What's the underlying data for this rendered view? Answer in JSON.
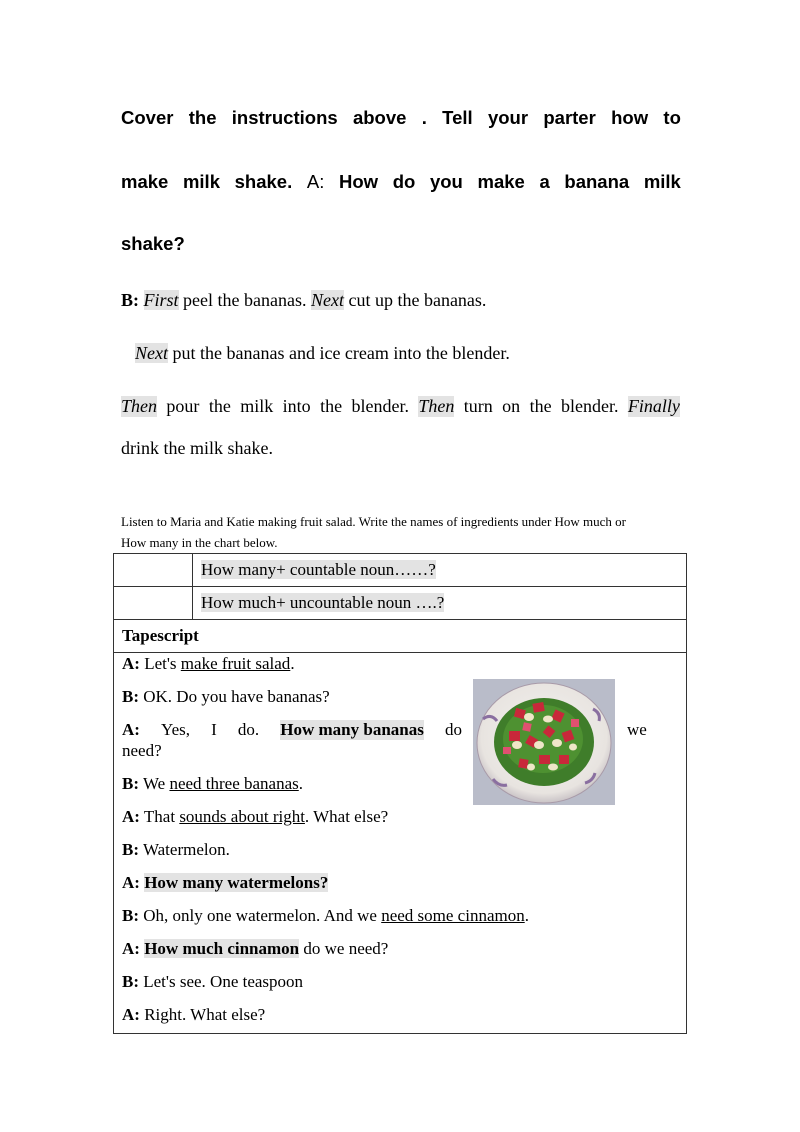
{
  "intro": {
    "l1": [
      "Cover",
      "the",
      "instructions",
      "above",
      ".",
      "Tell",
      "your",
      "parter",
      "how",
      "to"
    ],
    "l2_words": [
      "make",
      "milk",
      "shake."
    ],
    "l2_a": "A:",
    "l2_q": [
      "How",
      "do",
      "you",
      "make",
      "a",
      "banana",
      "milk"
    ],
    "l3": "shake?"
  },
  "steps": {
    "b_label": "B:",
    "first": "First",
    "peel": " peel the bananas. ",
    "next1": "Next",
    "cut": " cut up the bananas.",
    "next2": "Next",
    "put": " put the bananas and ice cream into the blender.",
    "then1": "Then",
    "pour": [
      "pour",
      "the",
      "milk",
      "into",
      "the",
      "blender."
    ],
    "then2": "Then",
    "turn": [
      "turn",
      "on",
      "the",
      "blender."
    ],
    "finally": "Finally",
    "drink": "drink the milk shake."
  },
  "listen": {
    "line1": "Listen to Maria and Katie making fruit salad.  Write the names of ingredients under How much or",
    "line2": "How many in the chart below."
  },
  "chart": {
    "row1": "How many+ countable noun……?",
    "row2": "How much+ uncountable noun ….?",
    "tapescript": "Tapescript"
  },
  "dialogue": {
    "l1_sp": "A:",
    "l1_a": "Let's ",
    "l1_u": "make  fruit  salad",
    "l1_b": ".",
    "l2_sp": "B:",
    "l2_t": "OK.  Do  you  have  bananas?",
    "l3_sp": "A:",
    "l3_a": [
      "Yes,",
      "I",
      "do."
    ],
    "l3_h": "How  many  bananas",
    "l3_b": "do",
    "l3_we": "we",
    "l3_need": "need?",
    "l4_sp": "B:",
    "l4_a": "We  ",
    "l4_u": "need  three  bananas",
    "l4_b": ".",
    "l5_sp": "A:",
    "l5_a": "That  ",
    "l5_u": "sounds  about  right",
    "l5_b": ". What  else?",
    "l6_sp": "B:",
    "l6_t": "Watermelon.",
    "l7_sp": "A:",
    "l7_h": "How  many  watermelons?",
    "l8_sp": "B:",
    "l8_a": "Oh,  only  one  watermelon. And  we  ",
    "l8_u": "need  some  cinnamon",
    "l8_b": ".",
    "l9_sp": "A:",
    "l9_h": "How  much  cinnamon",
    "l9_b": "  do  we  need?",
    "l10_sp": "B:",
    "l10_t": "Let's  see.  One  teaspoon",
    "l11_sp": "A:",
    "l11_t": "Right.  What  else?"
  }
}
